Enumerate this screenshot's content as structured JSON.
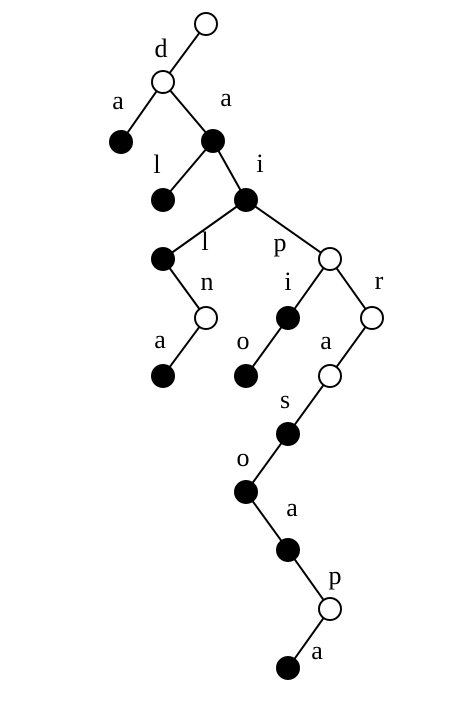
{
  "colors": {
    "stroke": "#000000",
    "filled_node": "#000000",
    "open_node": "#ffffff",
    "background": "#ffffff"
  },
  "nodes": [
    {
      "id": "root",
      "type": "open"
    },
    {
      "id": "d",
      "type": "open"
    },
    {
      "id": "da",
      "type": "filled"
    },
    {
      "id": "daa",
      "type": "filled"
    },
    {
      "id": "dal",
      "type": "filled"
    },
    {
      "id": "dai",
      "type": "filled"
    },
    {
      "id": "dail",
      "type": "filled"
    },
    {
      "id": "daip",
      "type": "open"
    },
    {
      "id": "dailn",
      "type": "open"
    },
    {
      "id": "dailna",
      "type": "filled"
    },
    {
      "id": "daipi",
      "type": "filled"
    },
    {
      "id": "daipio",
      "type": "filled"
    },
    {
      "id": "daipr",
      "type": "open"
    },
    {
      "id": "daipra",
      "type": "open"
    },
    {
      "id": "daipras",
      "type": "filled"
    },
    {
      "id": "dairaso",
      "type": "filled"
    },
    {
      "id": "dairasoa",
      "type": "filled"
    },
    {
      "id": "dairasoap",
      "type": "open"
    },
    {
      "id": "dairasoapa",
      "type": "filled"
    }
  ],
  "edges": [
    {
      "from": "root",
      "to": "d",
      "label": "d"
    },
    {
      "from": "d",
      "to": "da",
      "label": "a"
    },
    {
      "from": "d",
      "to": "daa",
      "label": "a"
    },
    {
      "from": "daa",
      "to": "dal",
      "label": "l"
    },
    {
      "from": "daa",
      "to": "dai",
      "label": "i"
    },
    {
      "from": "dai",
      "to": "dail",
      "label": "l"
    },
    {
      "from": "dai",
      "to": "daip",
      "label": "p"
    },
    {
      "from": "dail",
      "to": "dailn",
      "label": "n"
    },
    {
      "from": "dailn",
      "to": "dailna",
      "label": "a"
    },
    {
      "from": "daip",
      "to": "daipi",
      "label": "i"
    },
    {
      "from": "daipi",
      "to": "daipio",
      "label": "o"
    },
    {
      "from": "daip",
      "to": "daipr",
      "label": "r"
    },
    {
      "from": "daipr",
      "to": "daipra",
      "label": "a"
    },
    {
      "from": "daipra",
      "to": "daipras",
      "label": "s"
    },
    {
      "from": "daipras",
      "to": "dairaso",
      "label": "o"
    },
    {
      "from": "dairaso",
      "to": "dairasoa",
      "label": "a"
    },
    {
      "from": "dairasoa",
      "to": "dairasoap",
      "label": "p"
    },
    {
      "from": "dairasoap",
      "to": "dairasoapa",
      "label": "a"
    }
  ]
}
